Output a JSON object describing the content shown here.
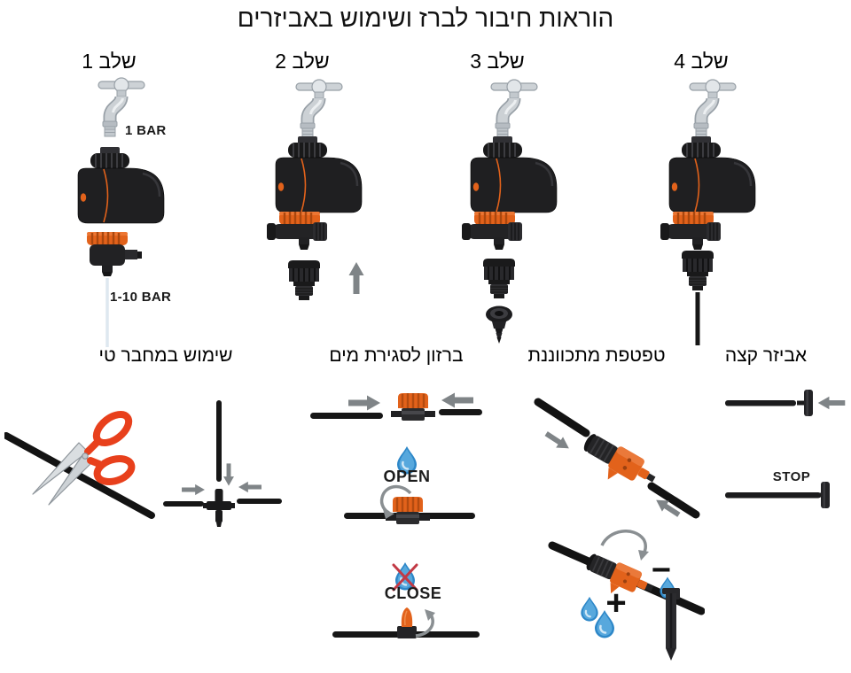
{
  "title": "הוראות חיבור לברז ושימוש באביזרים",
  "steps": [
    {
      "label": "שלב 1"
    },
    {
      "label": "שלב 2"
    },
    {
      "label": "שלב 3"
    },
    {
      "label": "שלב 4"
    }
  ],
  "pressure_labels": {
    "tap": "1 BAR",
    "outlet": "1-10 BAR"
  },
  "sections": {
    "tee": {
      "title": "שימוש במחבר טי"
    },
    "valve": {
      "title": "ברזון לסגירת מים",
      "open": "OPEN",
      "close": "CLOSE"
    },
    "dripper": {
      "title": "טפטפת מתכווננת",
      "more": "+",
      "less": "−"
    },
    "end": {
      "title": "אביזר קצה",
      "stop": "STOP"
    }
  },
  "colors": {
    "accent_orange": "#E2621B",
    "device_black": "#1F1F21",
    "tube_black": "#161616",
    "arrow_gray": "#7F8487",
    "water_blue": "#2D87C8",
    "scissors_red": "#E8401C",
    "close_x_red": "#C23945",
    "chrome": "#C9CDD1"
  }
}
